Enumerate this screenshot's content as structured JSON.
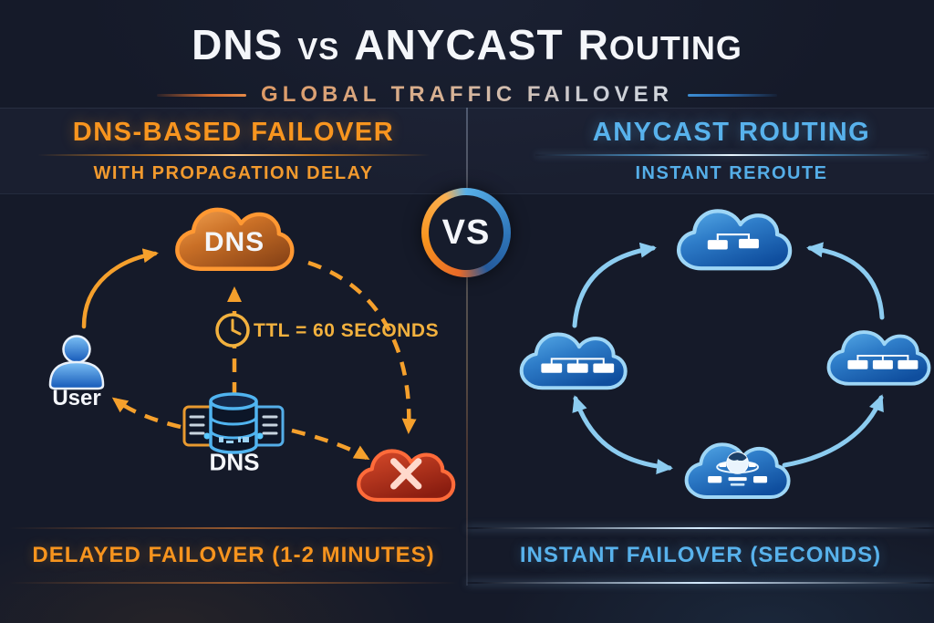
{
  "header": {
    "title": {
      "p1": "DNS",
      "vs": "VS",
      "p2": "ANYCAST",
      "p3_cap": "R",
      "p3_rest": "OUTING"
    },
    "subtitle": "GLOBAL TRAFFIC FAILOVER"
  },
  "vs_badge": {
    "label": "VS"
  },
  "left_panel": {
    "title": "DNS-BASED FAILOVER",
    "subtitle": "WITH PROPAGATION DELAY",
    "cloud_label": "DNS",
    "ttl_label": "TTL = 60 SECONDS",
    "user_label": "User",
    "server_label": "DNS",
    "footer": "DELAYED FAILOVER (1-2 MINUTES)"
  },
  "right_panel": {
    "title": "ANYCAST ROUTING",
    "subtitle": "INSTANT REROUTE",
    "footer": "INSTANT FAILOVER (SECONDS)"
  },
  "colors": {
    "background": "#151A29",
    "orange_accent": "#F7941E",
    "blue_accent": "#58B2EC",
    "arrow_light_blue": "#8CCCF0",
    "ttl_gold": "#F2B13E",
    "failed_cloud_red": "#C43A22",
    "title_white": "#F4F6FA"
  }
}
